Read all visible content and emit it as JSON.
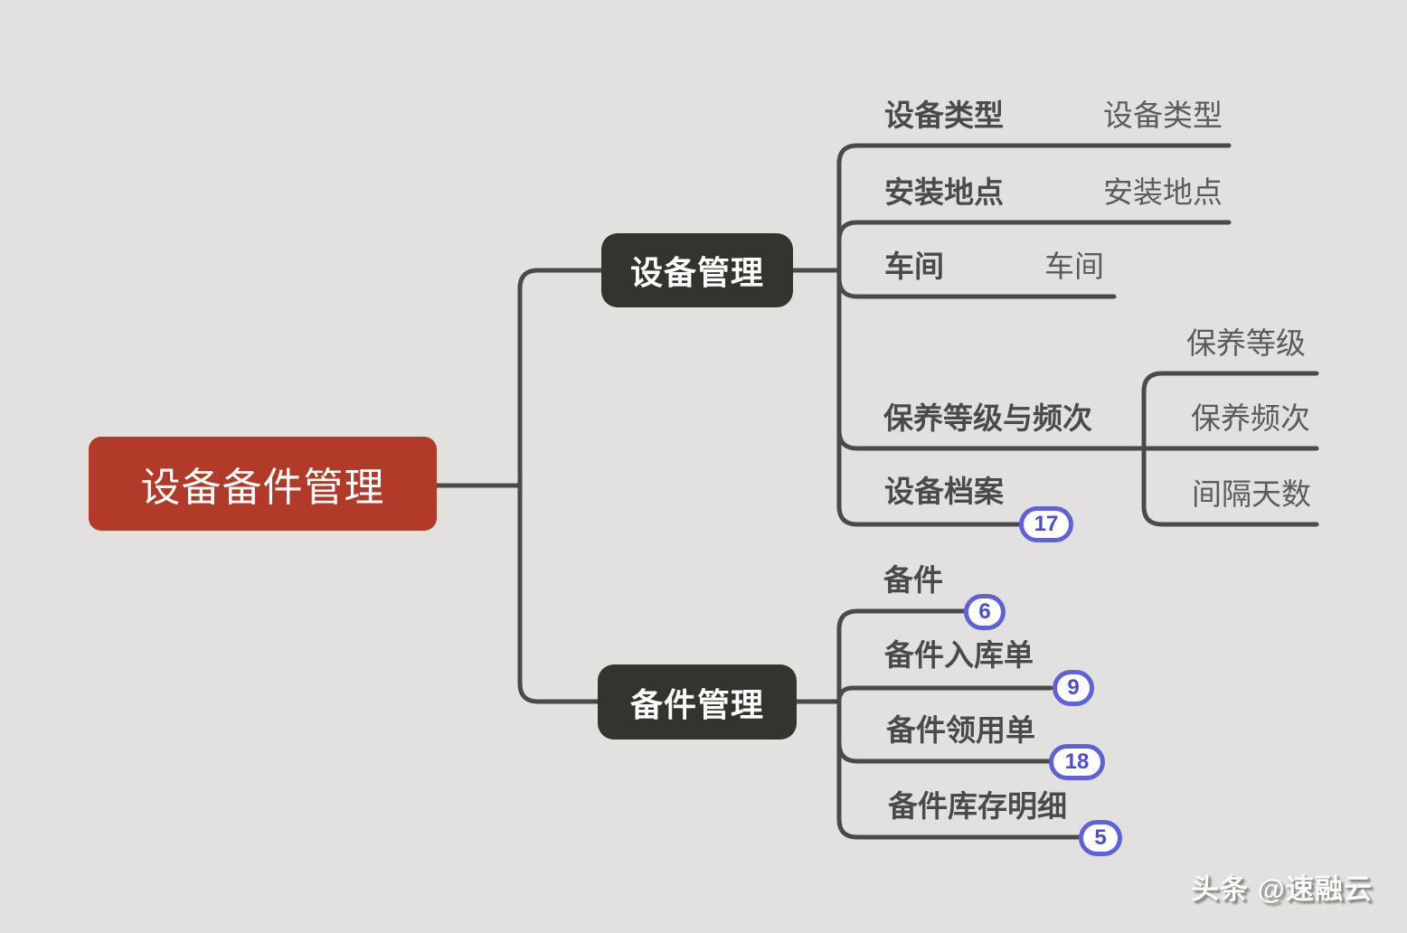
{
  "colors": {
    "background": "#e2e1e0",
    "root_node": "#b23a29",
    "branch_node": "#34332e",
    "line": "#4b4a47",
    "label_bold": "#4b4a46",
    "label_regular": "#5c5b58",
    "badge_accent": "#5e62d6"
  },
  "root": {
    "label": "设备备件管理"
  },
  "branches": [
    {
      "label": "设备管理",
      "children": [
        {
          "label": "设备类型",
          "fields": [
            "设备类型"
          ]
        },
        {
          "label": "安装地点",
          "fields": [
            "安装地点"
          ]
        },
        {
          "label": "车间",
          "fields": [
            "车间"
          ]
        },
        {
          "label": "保养等级与频次",
          "fields": [
            "保养等级",
            "保养频次",
            "间隔天数"
          ]
        },
        {
          "label": "设备档案",
          "count": "17"
        }
      ]
    },
    {
      "label": "备件管理",
      "children": [
        {
          "label": "备件",
          "count": "6"
        },
        {
          "label": "备件入库单",
          "count": "9"
        },
        {
          "label": "备件领用单",
          "count": "18"
        },
        {
          "label": "备件库存明细",
          "count": "5"
        }
      ]
    }
  ],
  "watermark": {
    "text": "头条 @速融云"
  }
}
